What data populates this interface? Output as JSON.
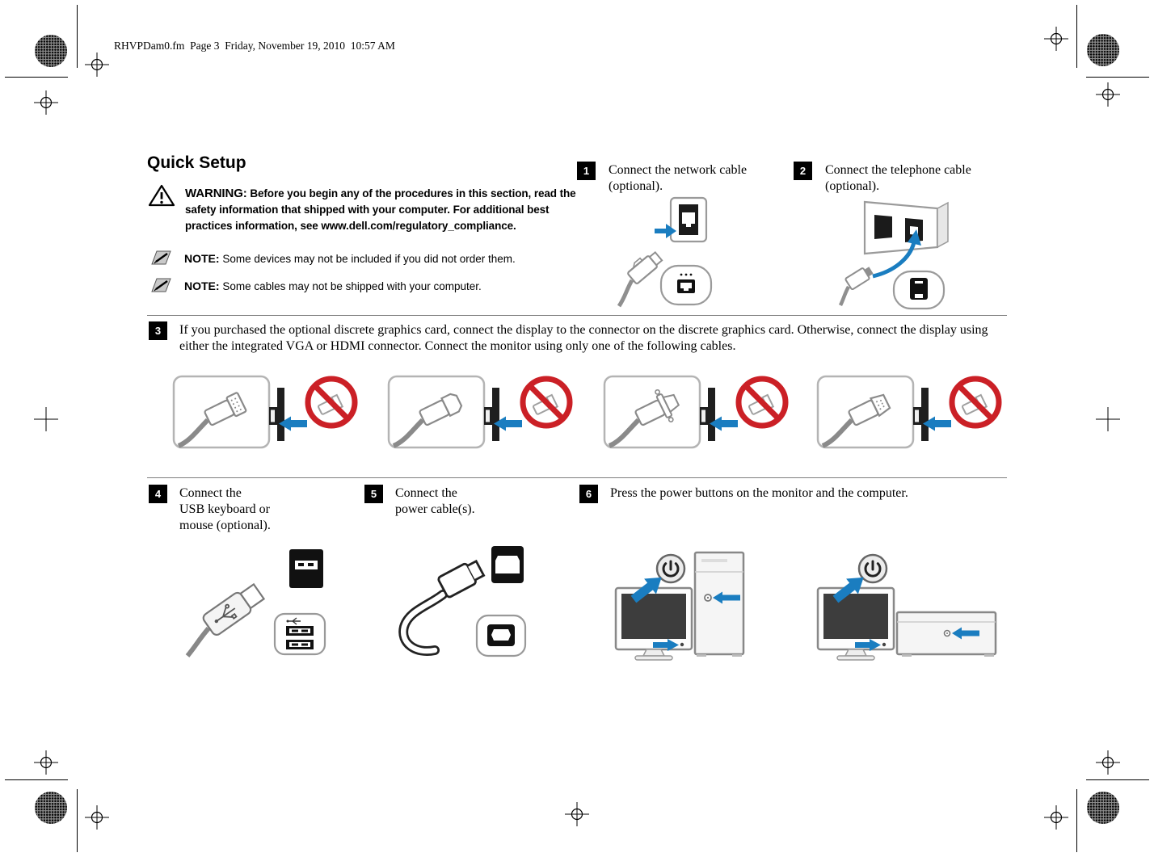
{
  "document": {
    "header_line": "RHVPDam0.fm  Page 3  Friday, November 19, 2010  10:57 AM",
    "title": "Quick Setup",
    "warning": {
      "label": "WARNING:",
      "text": "Before you begin any of the procedures in this section, read the safety information that shipped with your computer. For additional best practices information, see www.dell.com/regulatory_compliance."
    },
    "notes": [
      {
        "label": "NOTE:",
        "text": "Some devices may not be included if you did not order them."
      },
      {
        "label": "NOTE:",
        "text": "Some cables may not be shipped with your computer."
      }
    ],
    "steps": [
      {
        "number": "1",
        "lines": [
          "Connect the network cable",
          "(optional)."
        ]
      },
      {
        "number": "2",
        "lines": [
          "Connect the telephone cable",
          "(optional)."
        ]
      },
      {
        "number": "3",
        "text": "If you purchased the optional discrete graphics card, connect the display to the connector on the discrete graphics card. Otherwise, connect the display using either the integrated VGA or HDMI connector. Connect the monitor using only one of the following cables."
      },
      {
        "number": "4",
        "lines": [
          "Connect the",
          "USB keyboard or",
          "mouse (optional)."
        ]
      },
      {
        "number": "5",
        "lines": [
          "Connect the",
          "power cable(s)."
        ]
      },
      {
        "number": "6",
        "text": "Press the power buttons on the monitor and the computer."
      }
    ],
    "icons": {
      "warning_icon": "exclamation-triangle",
      "note_icon": "note-pencil",
      "prohibition_icon": "no-symbol",
      "power_icon": "power-symbol",
      "usb_icon": "usb-trident",
      "network_icon": "ethernet-port",
      "phone_icon": "phone-jack"
    },
    "colors": {
      "accent_blue": "#1a7dc0",
      "prohibition_red": "#cb2026",
      "step_number_bg": "#000000"
    }
  }
}
